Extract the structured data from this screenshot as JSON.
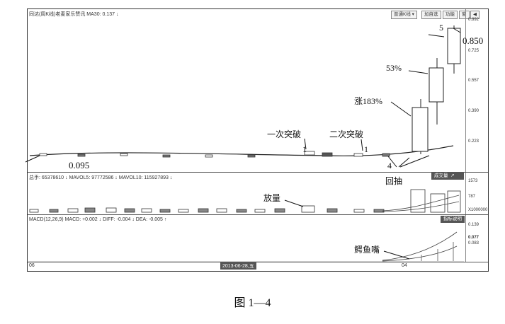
{
  "header": {
    "title": "同达(周K线)老麦家乐赞讯",
    "ma_label": "MA30: 0.137",
    "toolbar": [
      "普通K线",
      "加自选",
      "功能",
      "窗",
      "◀"
    ]
  },
  "price_axis": [
    "0.892",
    "0.725",
    "0.557",
    "0.390",
    "0.223"
  ],
  "volume_panel": {
    "header": [
      "总手: 65378610",
      "MAVOL5: 97772586",
      "MAVOL10: 115927893"
    ],
    "tag": "成交量",
    "axis": [
      "1573",
      "787",
      "X1000000"
    ]
  },
  "macd_panel": {
    "header": [
      "MACD(12,26,9)",
      "MACD: +0.002",
      "DIFF: -0.004",
      "DEA: -0.005"
    ],
    "tag": "指标说明",
    "axis": [
      "0.139",
      "0.077",
      "0.083"
    ]
  },
  "dates": [
    "06",
    "2013-06-28,五",
    "04"
  ],
  "annotations": {
    "low_price": "0.095",
    "high_price": "0.850",
    "wave5": "5",
    "pct53": "53%",
    "rise183": "涨183%",
    "break1": "一次突破",
    "break2": "二次突破",
    "mark1a": "1",
    "mark1b": "1",
    "mark4": "4",
    "pullback": "回抽",
    "volume_up": "放量",
    "crocodile": "鳄鱼嘴"
  },
  "caption": "图 1—4"
}
